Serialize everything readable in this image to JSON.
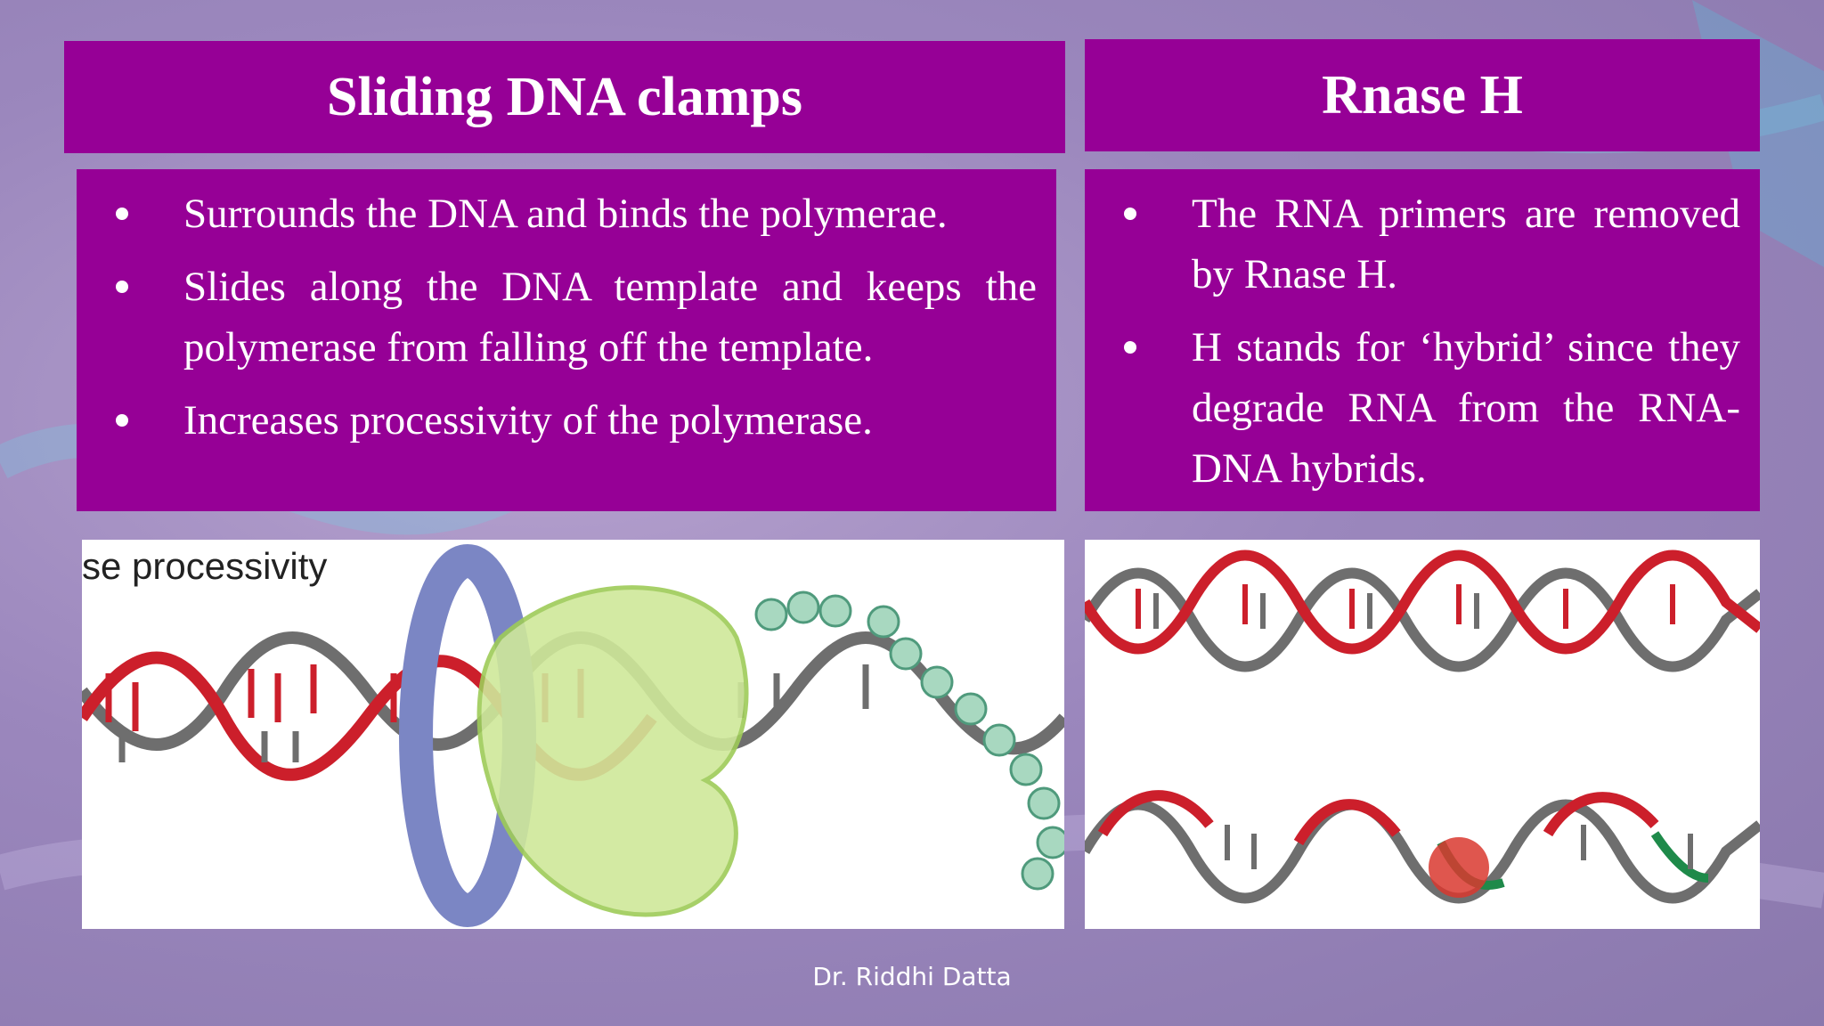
{
  "left": {
    "title": "Sliding DNA clamps",
    "bullets": [
      "Surrounds the DNA and binds the polymerae.",
      "Slides along the DNA template and keeps the polymerase from falling off the template.",
      "Increases processivity of the polymerase."
    ],
    "figure_caption": "se processivity"
  },
  "right": {
    "title": "Rnase H",
    "bullets": [
      "The RNA primers are removed by Rnase H.",
      "H stands for ‘hybrid’ since they degrade RNA from the RNA-DNA hybrids."
    ]
  },
  "footer": {
    "author": "Dr. Riddhi Datta"
  },
  "colors": {
    "box_purple": "#960096",
    "dna_red": "#cc1f2b",
    "dna_gray": "#6e6e6e",
    "clamp_blue": "#7b86c4",
    "polymerase_green": "#cfe89a",
    "rnase_red": "#d9382f",
    "rna_green": "#1e8a4a"
  }
}
